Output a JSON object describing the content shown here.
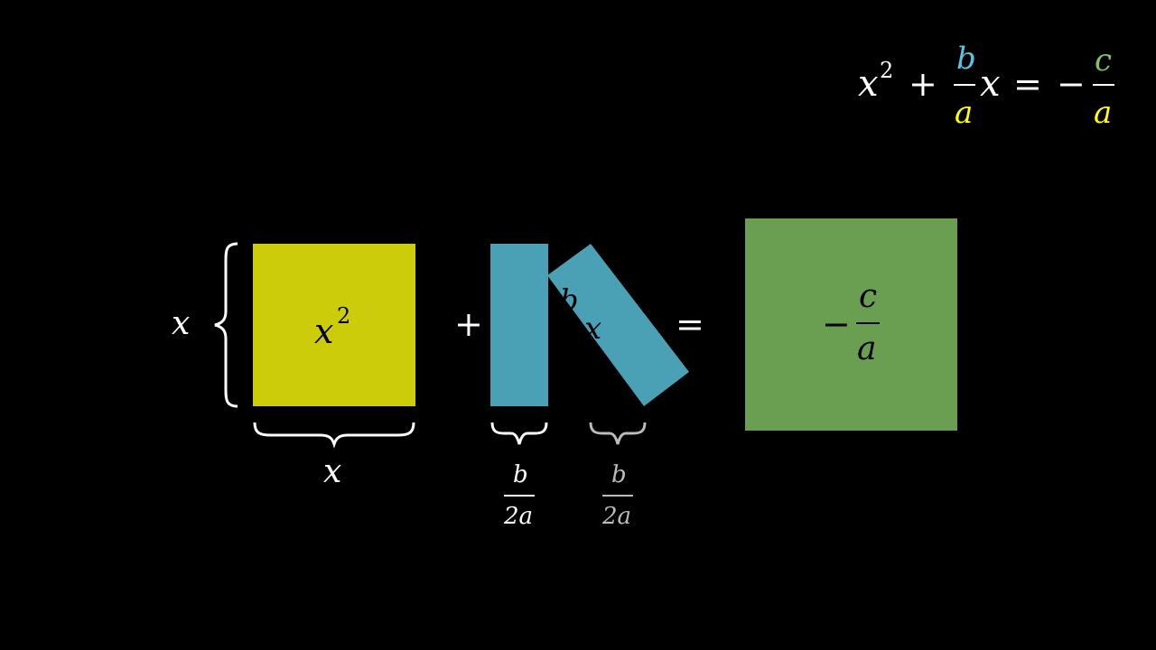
{
  "equation": {
    "x": "x",
    "exponent": "2",
    "plus": "+",
    "b": "b",
    "a": "a",
    "equals": "=",
    "minus": "−",
    "c": "c",
    "colors": {
      "b": "#58C4DD",
      "a": "#FFFF00",
      "c": "#83C167"
    }
  },
  "square": {
    "area_label_base": "x",
    "area_label_exponent": "2",
    "side_label_left": "x",
    "side_label_bottom": "x",
    "color": "#CCCC0A"
  },
  "operators": {
    "plus": "+",
    "equals": "="
  },
  "rect_standing": {
    "width_numerator": "b",
    "width_denominator": "2a",
    "color": "#4AA0B4"
  },
  "rect_tilted": {
    "label_b": "b",
    "label_x": "x",
    "width_numerator": "b",
    "width_denominator": "2a",
    "color": "#4AA0B4"
  },
  "result_square": {
    "minus": "−",
    "numerator": "c",
    "denominator": "a",
    "color": "#6A9E50"
  },
  "colors": {
    "background": "#000000",
    "text": "#FFFFFF",
    "dim_text": "#BBBBBB"
  }
}
